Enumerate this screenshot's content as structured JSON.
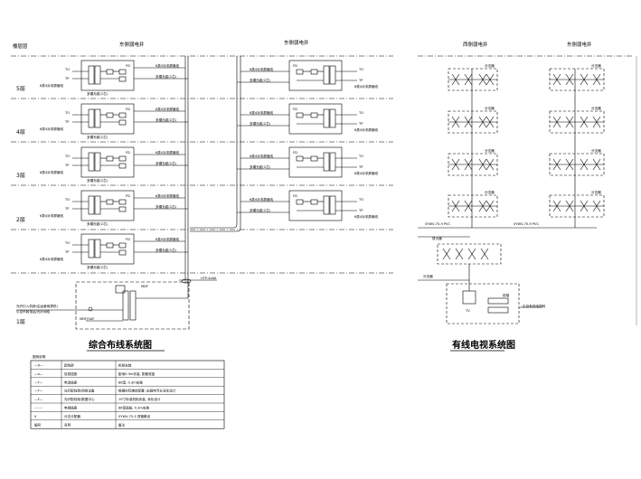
{
  "left_diagram": {
    "title": "综合布线系统图",
    "header_floor": "楼层层",
    "header_left_shaft": "东侧弱电井",
    "header_right_shaft": "东侧弱电井",
    "floors": [
      "5层",
      "4层",
      "3层",
      "2层",
      "1层"
    ],
    "basement": "1层",
    "fd_label": "FD",
    "main_label": "MDF/OAF",
    "trunk_label": "UTP-4x6A",
    "cable_top": "6类4对非屏蔽线",
    "cable_bottom": "多模光缆(2芯)",
    "outlet_data": "TO",
    "outlet_voice": "TP",
    "note_fiber": "光纤引入机房(由运营商提供)",
    "note_entrance": "引自市政电话/光纤网络"
  },
  "right_diagram": {
    "title": "有线电视系统图",
    "header_left_shaft": "西侧弱电井",
    "header_right_shaft": "东侧弱电井",
    "trunk_left": "SYWV-75-9 PVC",
    "trunk_right": "SYWV-75-9 PVC",
    "amp_label": "放大器",
    "head_label": "前端",
    "head_detail": "TV",
    "tap_label": "分支器",
    "source_label": "引自有线电视网"
  },
  "legend": {
    "title": "图例说明",
    "rows": [
      {
        "symbol": "—X—",
        "name": "配线架",
        "note": "机柜安装"
      },
      {
        "symbol": "—o—",
        "name": "信息插座",
        "note": "距地0.3m安装, 配套底盒"
      },
      {
        "symbol": "—T—",
        "name": "电话插座",
        "note": "86型, 0.3m安装"
      },
      {
        "symbol": "—T—",
        "name": "光纤配线架/网络设备",
        "note": "根据实际确定配置, 由弱电专业深化设计"
      },
      {
        "symbol": "—F—",
        "name": "光纤配线架/数据中心",
        "note": "19寸标准机柜安装, 深化设计"
      },
      {
        "symbol": "~~~",
        "name": "电视插座",
        "note": "86型面板, 0.3m安装"
      },
      {
        "symbol": "V",
        "name": "分支分配器",
        "note": "SYWV-75-5 穿管敷设"
      },
      {
        "symbol": "编号",
        "name": "名称",
        "note": "备注"
      }
    ]
  }
}
